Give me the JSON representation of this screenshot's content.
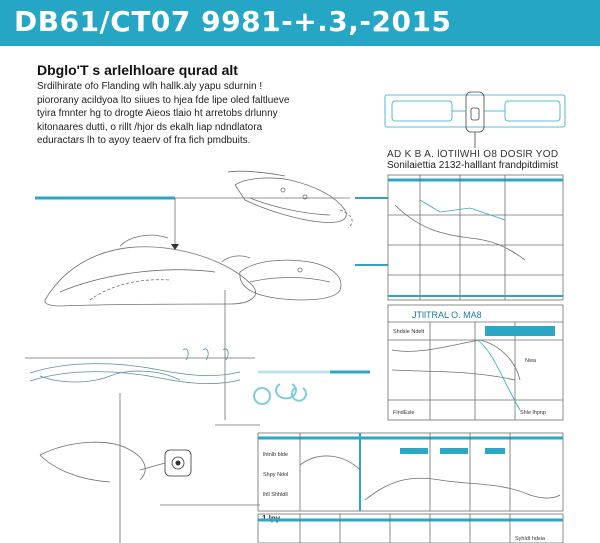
{
  "header": {
    "title": "DB61/CT07 9981-+.3,-2015",
    "color": "#25a6c4"
  },
  "intro": {
    "title": "Dbglo'T s arlelhloare qurad alt",
    "lines": [
      "Srdilhirate ofo Flanding wlh hallk.aly yapu sdurnin !",
      "piororany acildyoa lto siiues to hjea fde lipe oled faltlueve",
      "tyira fmnter hg to drogte Aieos tlaio ht arretobs drlunny",
      "kitonaares dutti, o rillt /hjor ds ekalh liap ndndlatora",
      "eduractars lh to ayoy teaerv of fra fich pmdbuits."
    ]
  },
  "right_caption": {
    "line1": "AD K B A.  lOTIlWHI O8 DOSlR YOD",
    "line2": "Sonilaiettia  2132-halllant frandpitdimist"
  },
  "panels": {
    "p1_title": "JTllTRAL O. MA8",
    "p2_label": "1 lpy"
  },
  "table_labels": [
    "Shdsle Ndelt",
    "FlndEsle",
    "lhtnlb blde",
    "Shpy Ndol",
    "lhll Shhldll",
    "Nwa",
    "Shle lhpnp",
    "Syhldt hdsia"
  ],
  "colors": {
    "accent": "#2ba7c5",
    "light": "#bfe3ee",
    "line": "#6f6f6f"
  }
}
